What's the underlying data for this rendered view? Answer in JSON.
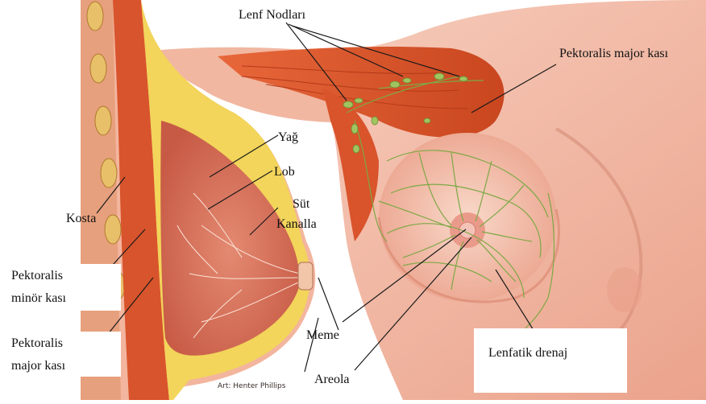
{
  "labels": {
    "lymph_nodes": "Lenf Nodları",
    "pectoralis_major_right": "Pektoralis major kası",
    "fat": "Yağ",
    "lobe": "Lob",
    "milk_ducts_1": "Süt",
    "milk_ducts_2": "Kanalla",
    "rib": "Kosta",
    "pectoralis_minor_1": "Pektoralis",
    "pectoralis_minor_2": "minör kası",
    "pectoralis_major_left_1": "Pektoralis",
    "pectoralis_major_left_2": "major kası",
    "nipple": "Meme",
    "areola": "Areola",
    "lymphatic_drainage": "Lenfatik drenaj"
  },
  "credit": "Art: Henter Phillips",
  "colors": {
    "skin": "#f7c8b4",
    "skin_shadow": "#eaa58f",
    "muscle": "#d9582e",
    "fat": "#f2d55a",
    "gland": "#d8705a",
    "lymph": "#7ea845",
    "line": "#1a1a1a"
  }
}
